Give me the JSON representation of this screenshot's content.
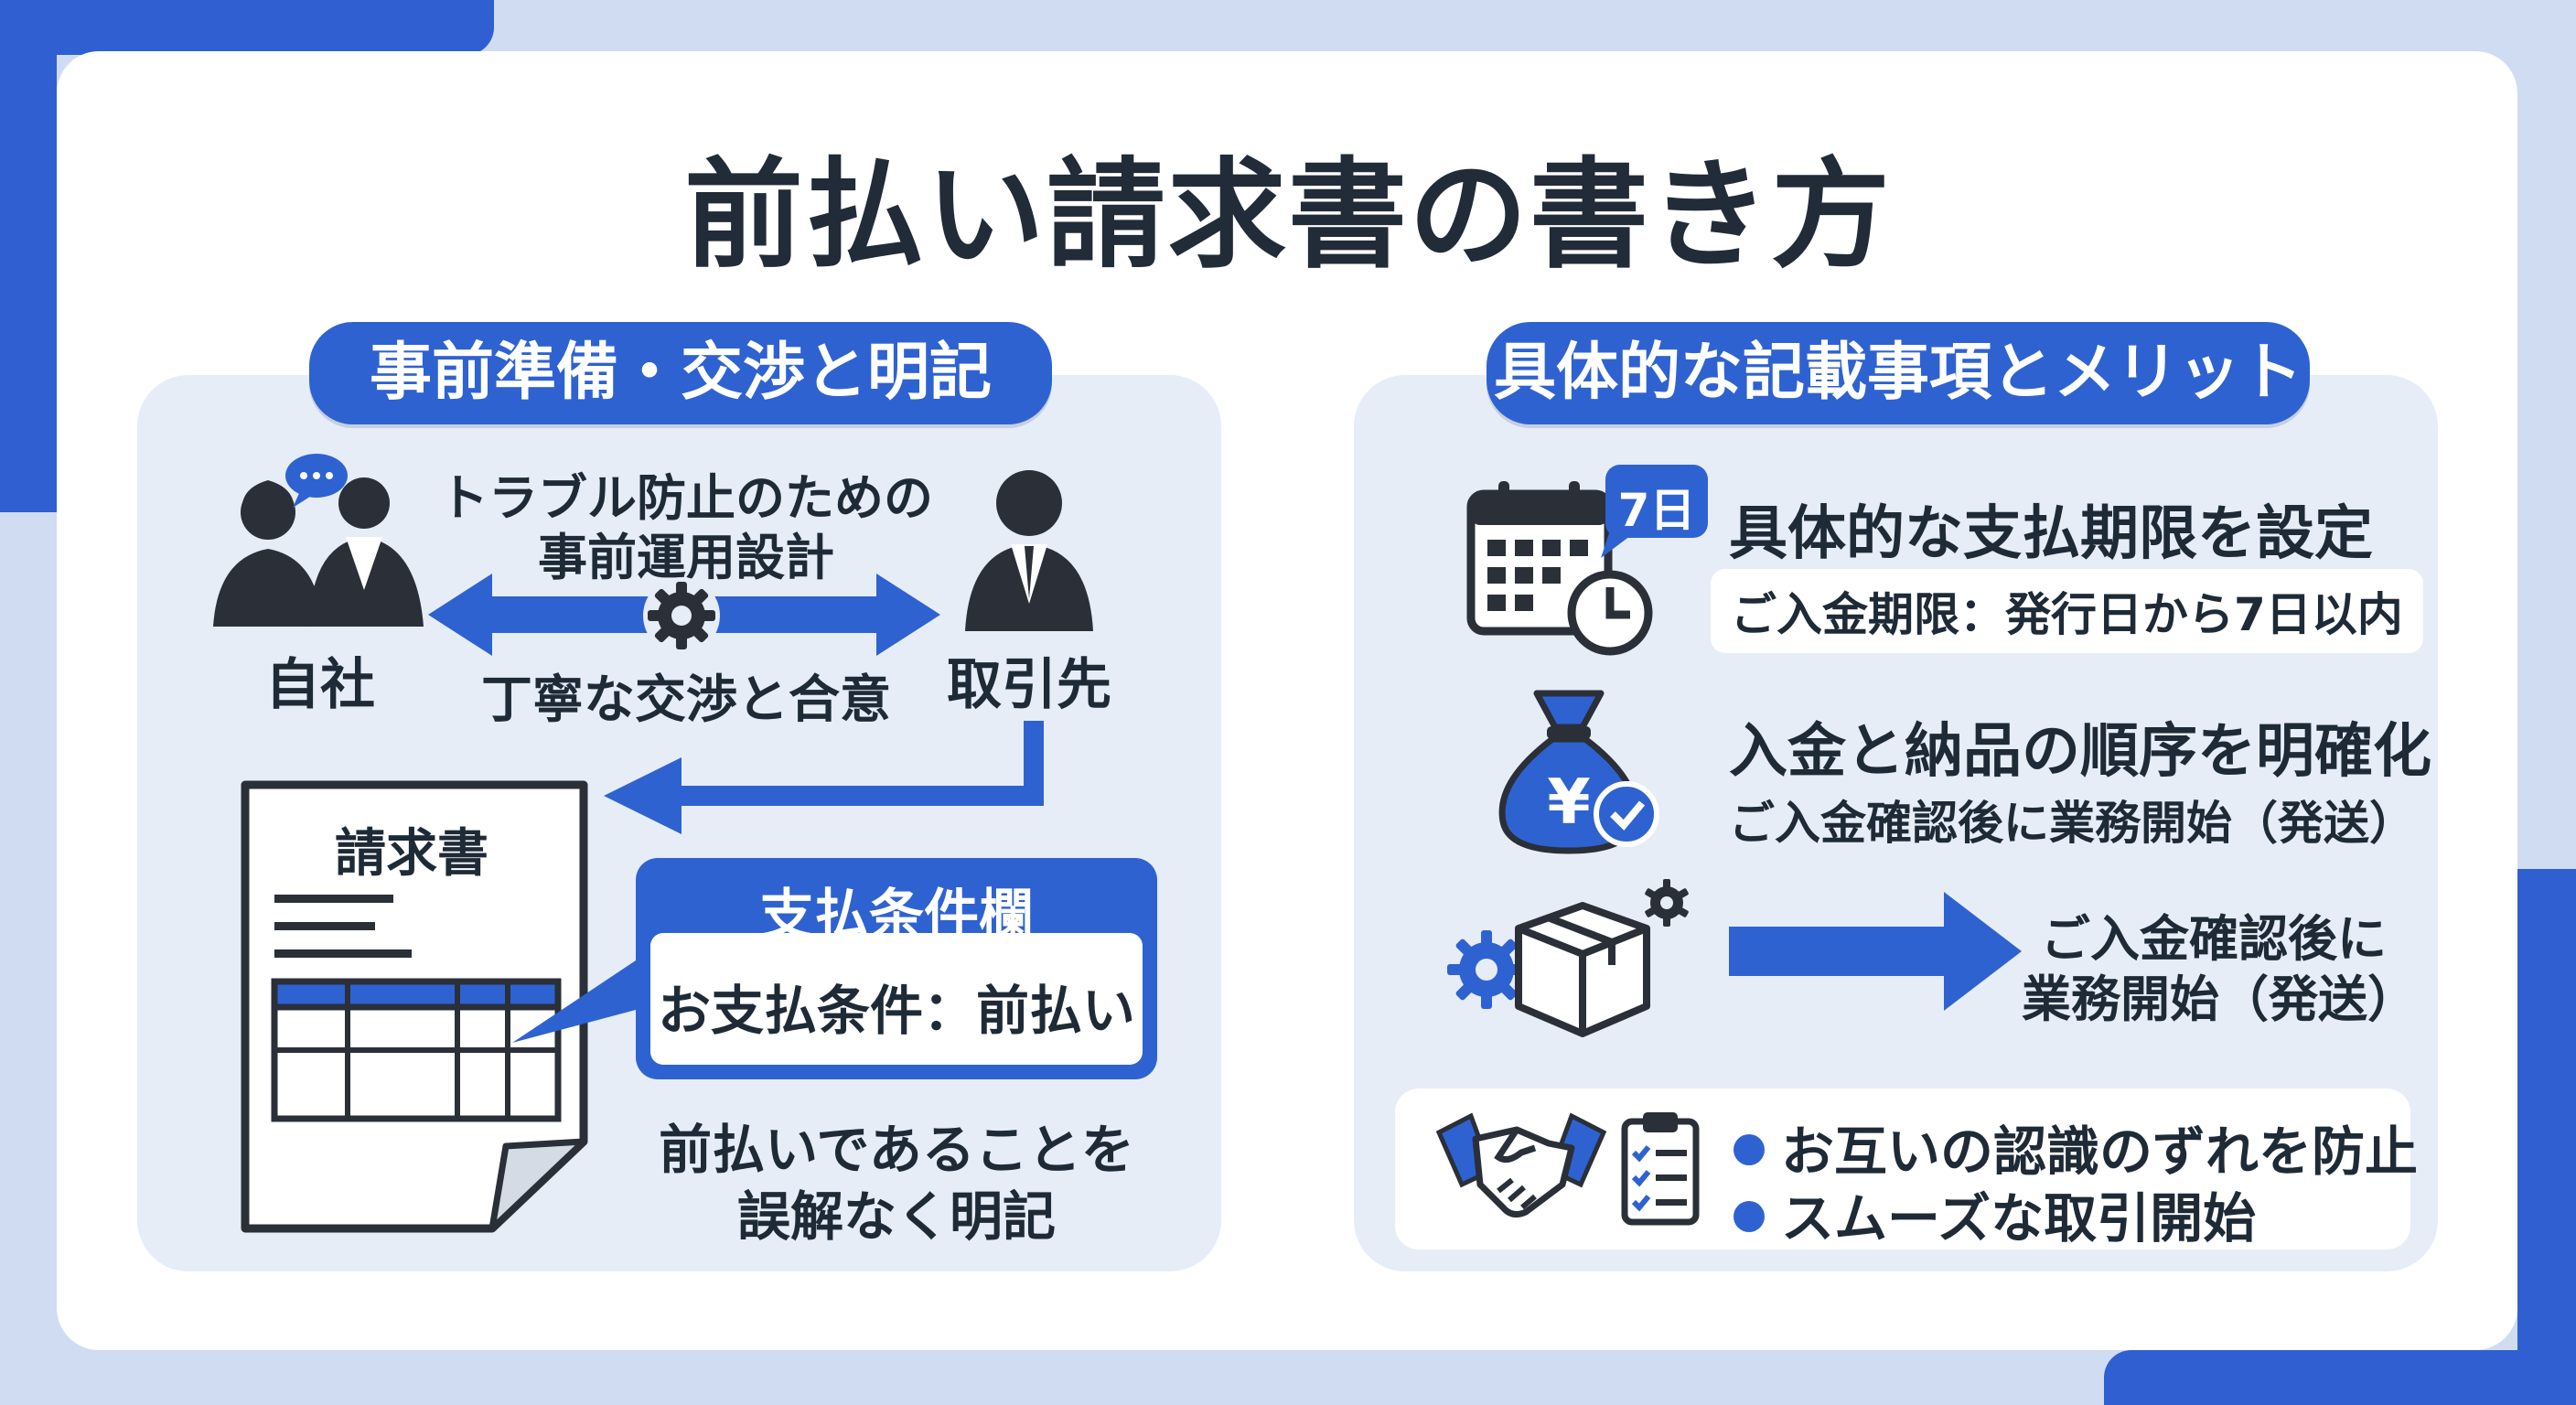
{
  "title": "前払い請求書の書き方",
  "left": {
    "header": "事前準備・交渉と明記",
    "design_line1": "トラブル防止のための",
    "design_line2": "事前運用設計",
    "self_label": "自社",
    "partner_label": "取引先",
    "negotiation": "丁寧な交渉と合意",
    "invoice_label": "請求書",
    "payment_section_title": "支払条件欄",
    "payment_section_value": "お支払条件：前払い",
    "caption_line1": "前払いであることを",
    "caption_line2": "誤解なく明記"
  },
  "right": {
    "header": "具体的な記載事項とメリット",
    "calendar_badge": "7日",
    "deadline_title": "具体的な支払期限を設定",
    "deadline_detail": "ご入金期限：発行日から7日以内",
    "order_title": "入金と納品の順序を明確化",
    "order_detail": "ご入金確認後に業務開始（発送）",
    "flow_line1": "ご入金確認後に",
    "flow_line2": "業務開始（発送）",
    "benefit1": "お互いの認識のずれを防止",
    "benefit2": "スムーズな取引開始"
  },
  "colors": {
    "accent": "#2f62d1",
    "panel": "#e6edf7",
    "ink": "#1f2a37"
  }
}
